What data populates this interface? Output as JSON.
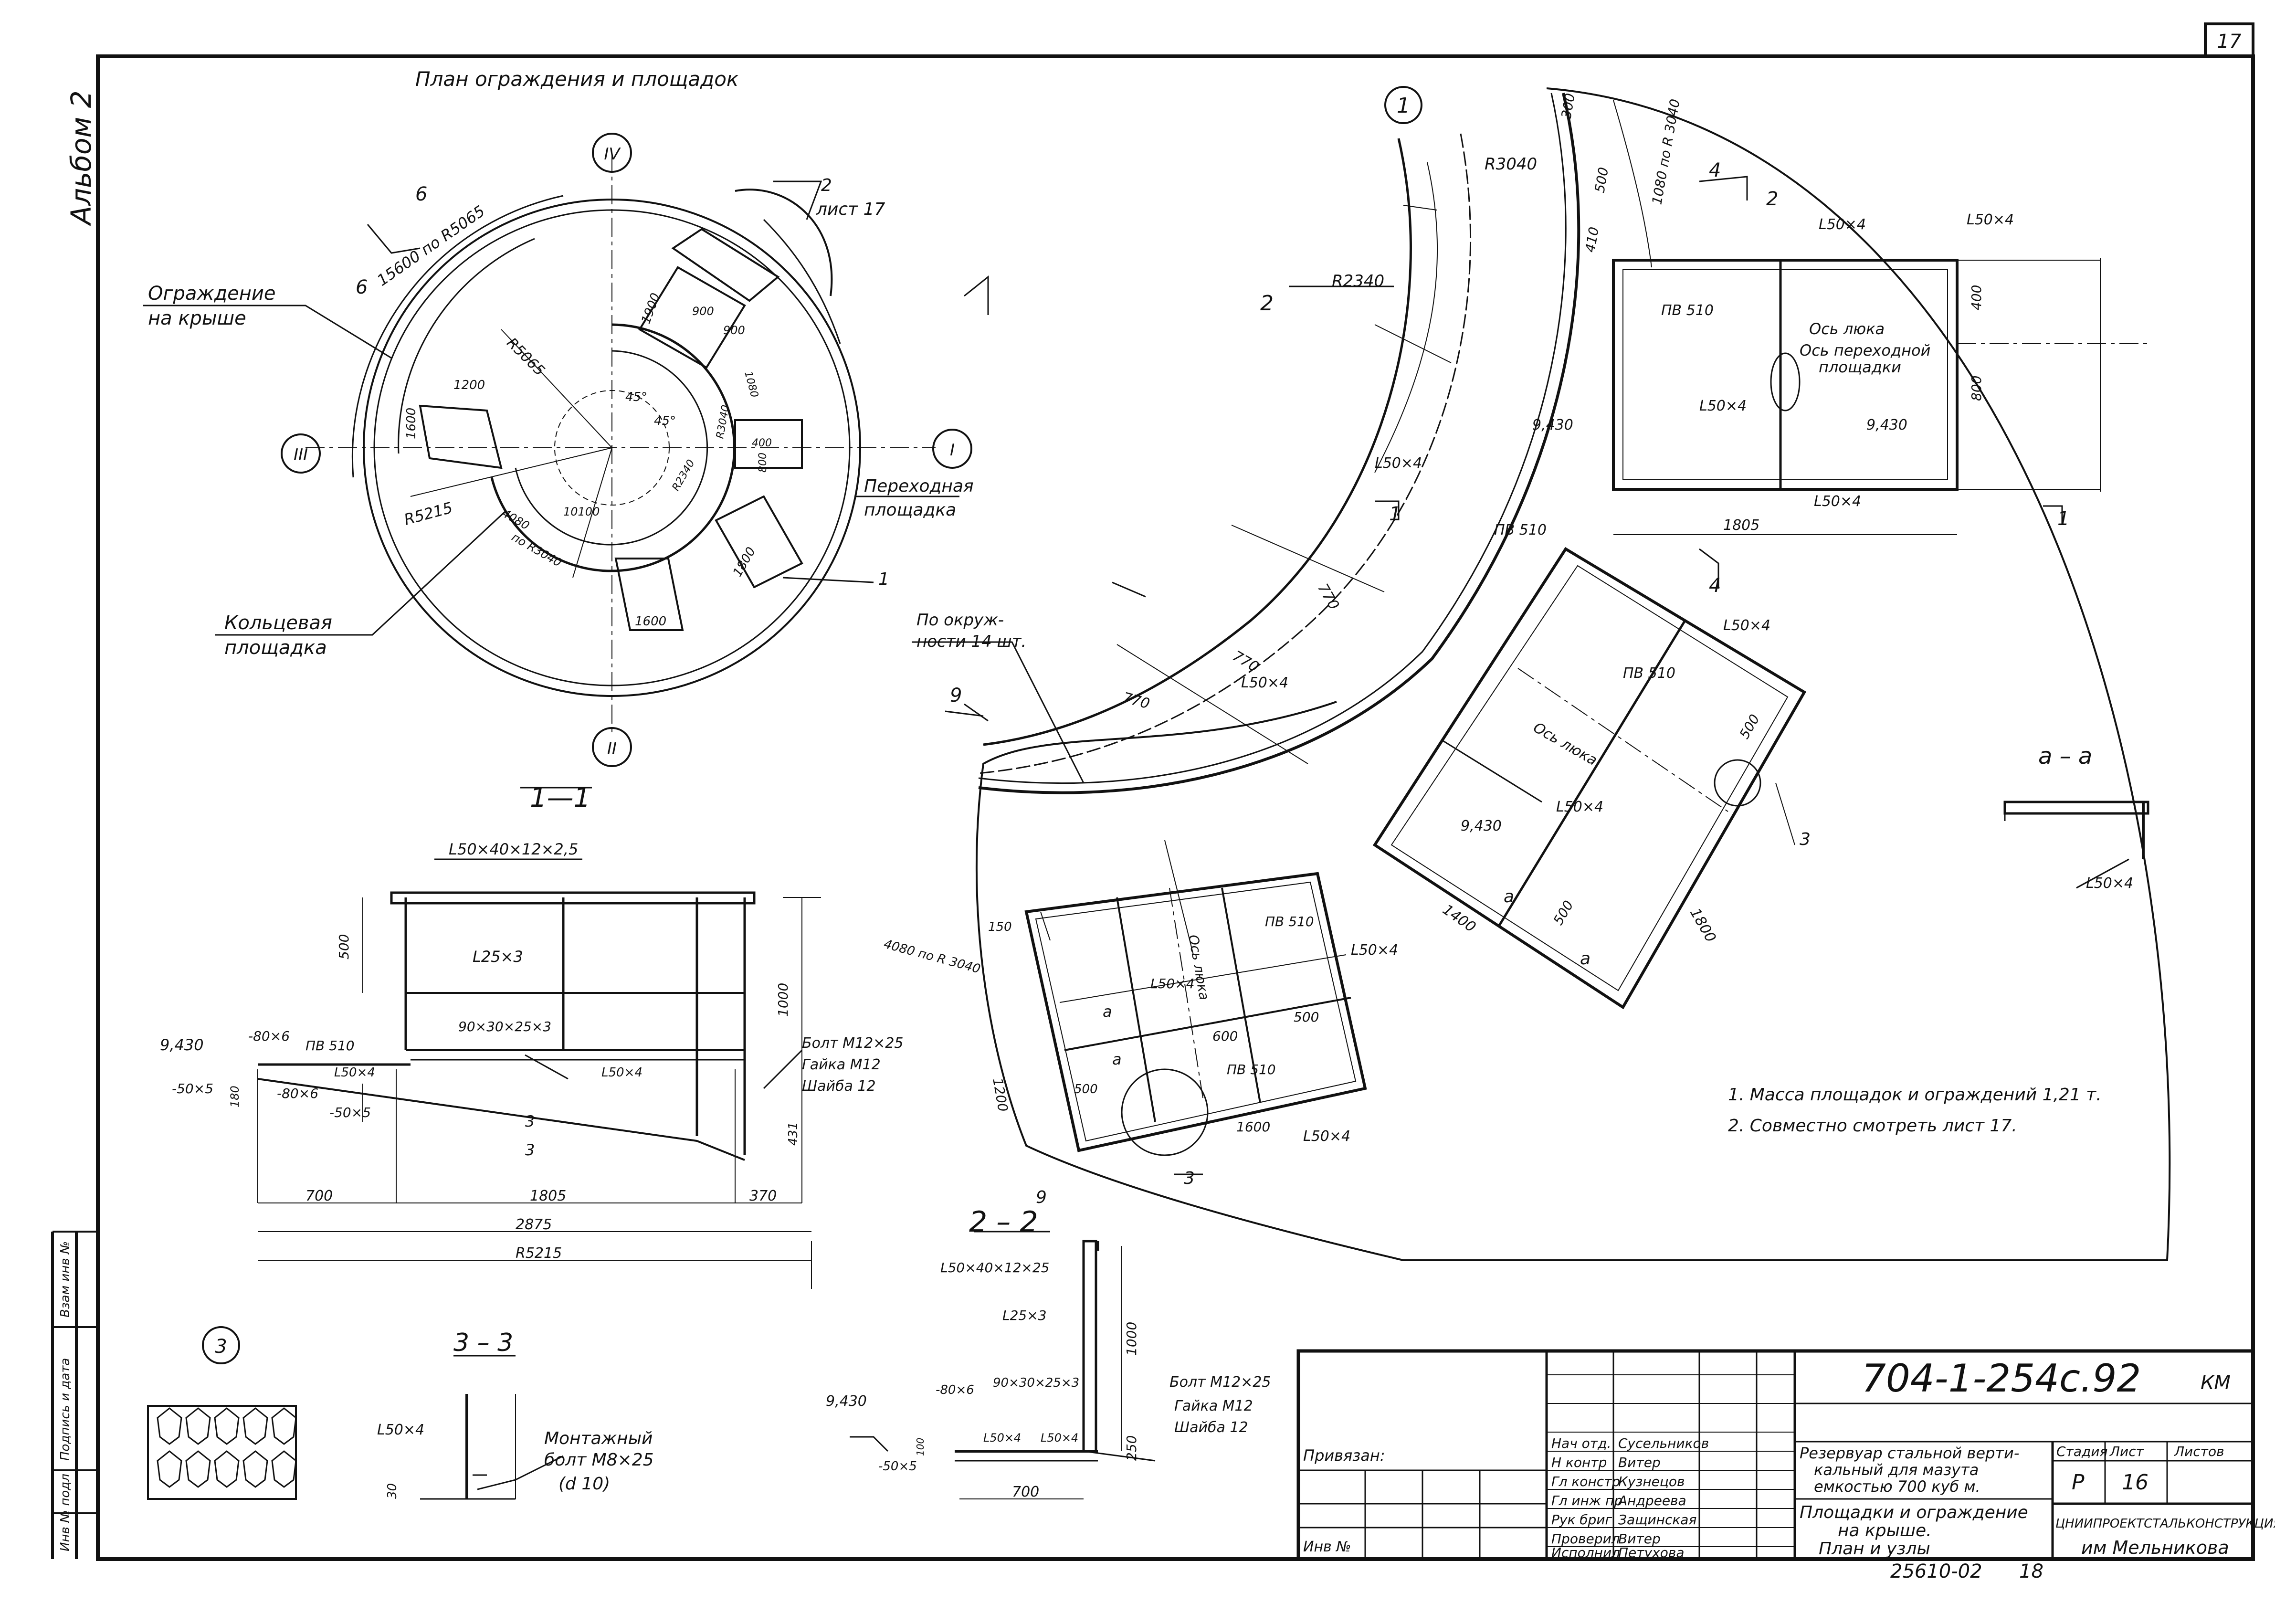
{
  "sheet": {
    "sheet_number": "17",
    "album": "Альбом 2",
    "doc_code": "704-1-254с.92",
    "doc_mark": "КМ",
    "stamp_number": "25610-02",
    "stamp_sheet": "18"
  },
  "plan": {
    "title": "План ограждения и площадок",
    "axes": [
      "I",
      "II",
      "III",
      "IV"
    ],
    "labels": {
      "fence": "Ограждение",
      "fence2": "на крыше",
      "ring": "Кольцевая",
      "ring2": "площадка",
      "transition": "Переходная",
      "transition2": "площадка",
      "ref": "2",
      "ref_sheet": "лист 17",
      "leader1": "1",
      "cut6": "6",
      "cut6b": "6"
    },
    "dims": {
      "d15600": "15600 по R5065",
      "r5065": "R5065",
      "r5215": "R5215",
      "d1200": "1200",
      "d1600a": "1600",
      "d1600b": "1600",
      "d1800": "1800",
      "d1900": "1900",
      "d900a": "900",
      "d900b": "900",
      "d1080": "1080",
      "d400": "400",
      "d800": "800",
      "d10100": "10100",
      "r3040": "R3040",
      "r2340": "R2340",
      "ang1": "45°",
      "ang2": "45°",
      "d4080": "4080",
      "r3040b": "по R3040"
    }
  },
  "detail1": {
    "label": "1",
    "r3040": "R3040",
    "r2340": "R2340",
    "d300": "300",
    "d500": "500",
    "d410": "410",
    "d1080": "1080 по R 3040",
    "cut2": "2",
    "cut4": "4",
    "cut2b": "2",
    "cut1": "1",
    "cut1b": "1",
    "cut4b": "4",
    "L50a": "L50×4",
    "L50b": "L50×4",
    "L50c": "L50×4",
    "L50d": "L50×4",
    "L50e": "L50×4",
    "L50f": "L50×4",
    "L50g": "L50×4",
    "L50h": "L50×4",
    "L50i": "L50×4",
    "L50j": "L50×4",
    "L50k": "L50×4",
    "pv1": "ПВ 510",
    "pv2": "ПВ 510",
    "pv3": "ПВ 510",
    "pv4": "ПВ 510",
    "pv5": "ПВ 510",
    "hatch_axis": "Ось люка",
    "trans_axis": "Ось переходной",
    "trans_axis2": "площадки",
    "hatch_axis2": "Ось люка",
    "hatch_axis3": "Ось люка",
    "el1": "9,430",
    "el2": "9,430",
    "el3": "9,430",
    "d400": "400",
    "d800": "800",
    "d1805": "1805",
    "d770a": "770",
    "d770b": "770",
    "d770c": "770",
    "perim": "По окруж-",
    "perim2": "ности 14 шт.",
    "cut9": "9",
    "cut9b": "9",
    "d500a": "500",
    "d500b": "500",
    "d1800": "1800",
    "d1400": "1400",
    "node3a": "3",
    "node3b": "3",
    "cutA": "а",
    "cutAb": "а",
    "d4080": "4080 по R 3040",
    "d150": "150",
    "d1200": "1200",
    "d500c": "500",
    "d600": "600",
    "d500d": "500",
    "d1600": "1600",
    "cuta2": "а",
    "cuta3": "а"
  },
  "sectionAA": {
    "title": "а – а",
    "L": "L50×4"
  },
  "notes": {
    "n1": "1. Масса площадок и ограждений 1,21 т.",
    "n2": "2. Совместно смотреть лист 17."
  },
  "section11": {
    "title": "1—1",
    "rail": "L50×40×12×2,5",
    "post": "L25×3",
    "plank": "90×30×25×3",
    "el": "9,430",
    "strip1": "-80×6",
    "strip2": "-80×6",
    "strip3": "-50×5",
    "strip4": "-50×5",
    "pv": "ПВ 510",
    "L1": "L50×4",
    "L2": "L50×4",
    "bolt": "Болт М12×25",
    "nut": "Гайка М12",
    "washer": "Шайба 12",
    "h500": "500",
    "h1000": "1000",
    "h180": "180",
    "h431": "431",
    "d700": "700",
    "d1805": "1805",
    "d370": "370",
    "d2875": "2875",
    "dR5215": "R5215",
    "cut3": "3",
    "cut3b": "3"
  },
  "section22": {
    "title": "2 – 2",
    "rail": "L50×40×12×25",
    "post": "L25×3",
    "plank": "90×30×25×3",
    "el": "9,430",
    "strip1": "-80×6",
    "strip2": "-50×5",
    "L1": "L50×4",
    "L2": "L50×4",
    "bolt": "Болт М12×25",
    "nut": "Гайка М12",
    "washer": "Шайба 12",
    "h1000": "1000",
    "h250": "250",
    "d700": "700",
    "h100": "100"
  },
  "node3": {
    "label": "3"
  },
  "section33": {
    "title": "3 – 3",
    "L": "L50×4",
    "bolt": "Монтажный",
    "bolt2": "болт М8×25",
    "bolt3": "(d 10)",
    "d30": "30"
  },
  "titleblock": {
    "binding": "Привязан:",
    "inv": "Инв №",
    "roles": [
      "Нач отд.",
      "Н контр",
      "Гл констр",
      "Гл инж пр",
      "Рук бриг",
      "Проверил",
      "Исполнил"
    ],
    "names": [
      "Сусельников",
      "Витер",
      "Кузнецов",
      "Андреева",
      "Защинская",
      "Витер",
      "Петухова"
    ],
    "desc1": "Резервуар стальной верти-",
    "desc2": "кальный для мазута",
    "desc3": "емкостью 700 куб м.",
    "sheet_title1": "Площадки и ограждение",
    "sheet_title2": "на крыше.",
    "sheet_title3": "План и узлы",
    "stage_h": "Стадия",
    "sheet_h": "Лист",
    "sheets_h": "Листов",
    "stage": "Р",
    "sheet_no": "16",
    "org1": "ЦНИИПРОЕКТСТАЛЬКОНСТРУКЦИЯ",
    "org2": "им Мельникова"
  },
  "side": {
    "inv": "Инв № подл",
    "sign": "Подпись и дата",
    "vzam": "Взам инв №"
  }
}
